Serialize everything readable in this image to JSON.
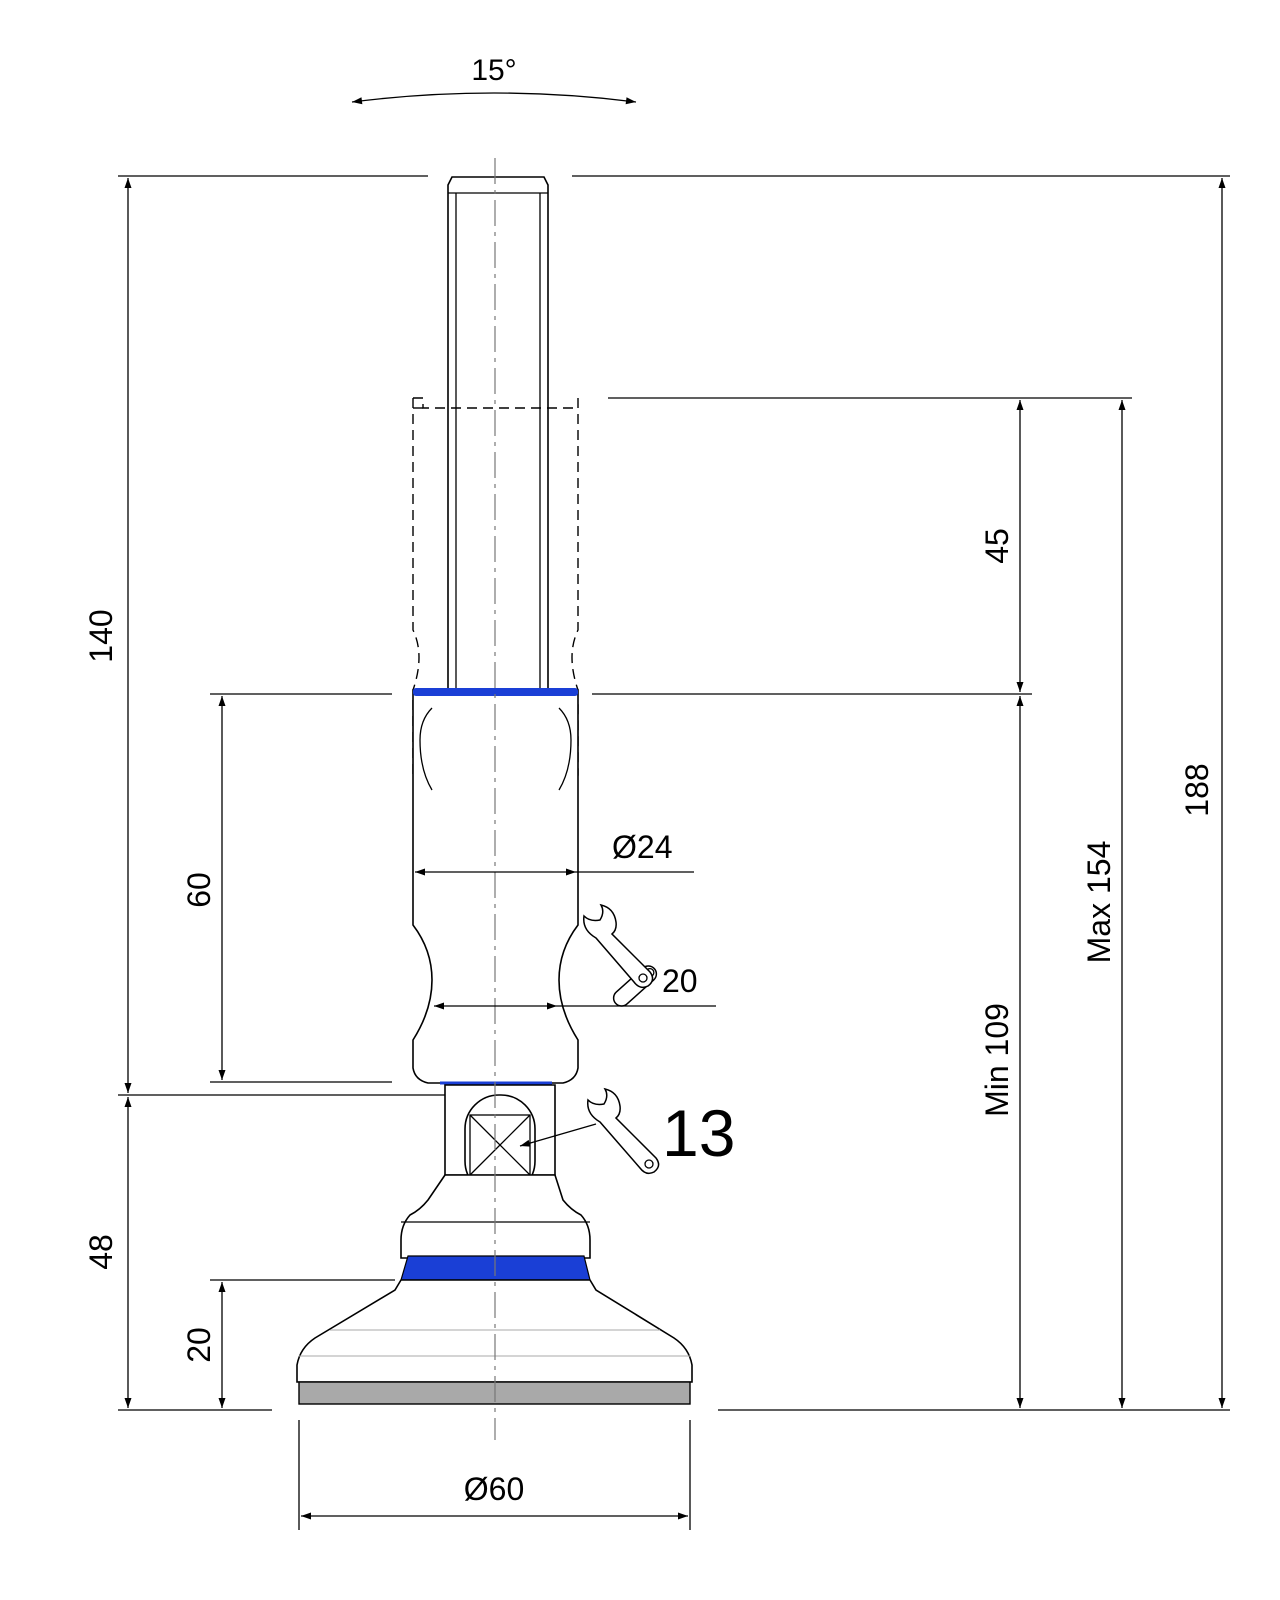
{
  "colors": {
    "line": "#000000",
    "accent": "#1a3fd6",
    "foot_pad": "#a9a9a9"
  },
  "labels": {
    "angle": "15°",
    "height_total_left": "140",
    "height_thread_travel": "45",
    "height_body": "60",
    "diameter_body": "Ø24",
    "wrench_body": "20",
    "wrench_hex": "13",
    "height_base": "48",
    "height_foot": "20",
    "diameter_foot": "Ø60",
    "min_height": "Min 109",
    "max_height": "Max 154",
    "height_total_right": "188"
  },
  "icons": {
    "wrench_body": "wrench-icon",
    "wrench_hex": "wrench-icon"
  }
}
